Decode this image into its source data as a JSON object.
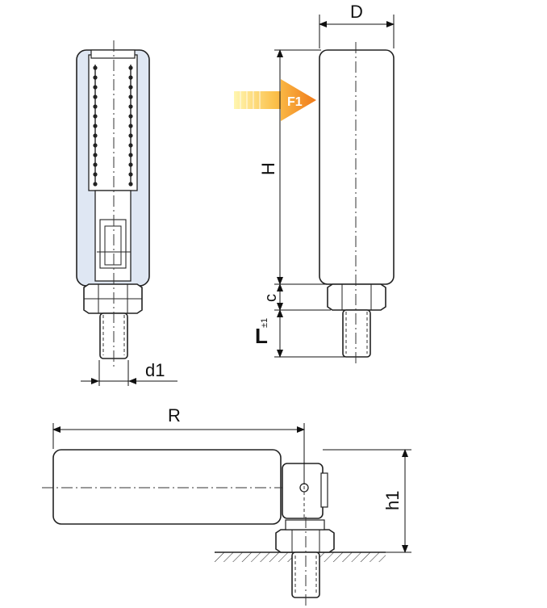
{
  "labels": {
    "D": "D",
    "H": "H",
    "c": "c",
    "L": "L",
    "L_tol": "±1",
    "d1": "d1",
    "R": "R",
    "h1": "h1",
    "F1": "F1"
  },
  "colors": {
    "section_fill": "#dfe7f3",
    "arrow_start": "#fff6b0",
    "arrow_end": "#f07a1a",
    "arrow_label": "#ffffff"
  }
}
